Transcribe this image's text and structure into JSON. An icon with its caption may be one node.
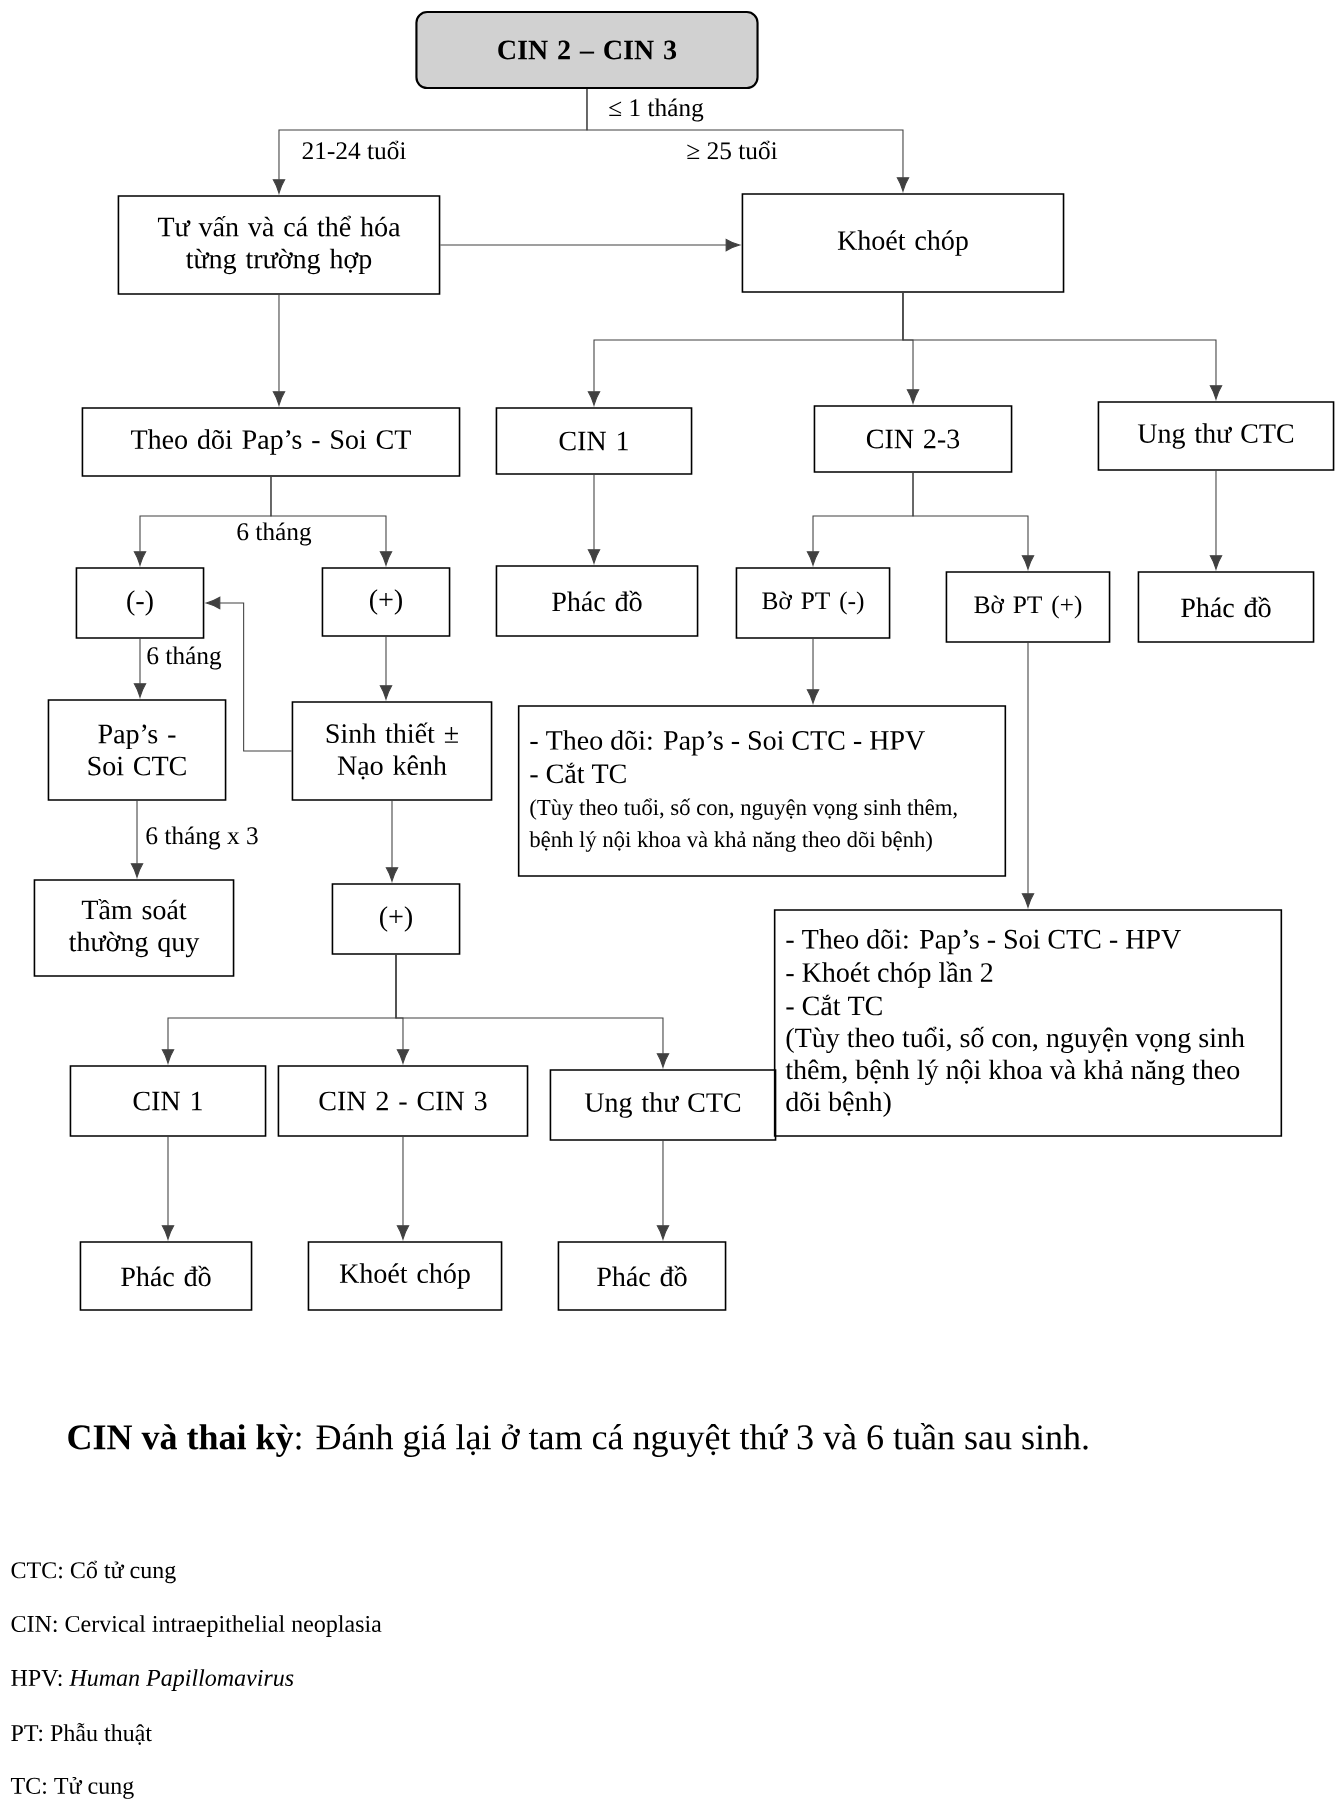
{
  "diagram": {
    "nodes": [
      {
        "text": [
          "CIN 2 – CIN 3"
        ]
      },
      {
        "text": [
          "Tư vấn và cá thể hóa từng trường hợp"
        ]
      },
      {
        "text": [
          "Khoét chóp"
        ]
      },
      {
        "text": [
          "Theo dõi Pap’s - Soi CT"
        ]
      },
      {
        "text": [
          "CIN 1"
        ]
      },
      {
        "text": [
          "CIN 2-3"
        ]
      },
      {
        "text": [
          "Ung thư CTC"
        ]
      },
      {
        "text": [
          "(-)"
        ]
      },
      {
        "text": [
          "(+)"
        ]
      },
      {
        "text": [
          "Phác đồ"
        ]
      },
      {
        "text": [
          "Bờ PT (-)"
        ]
      },
      {
        "text": [
          "Bờ PT (+)"
        ]
      },
      {
        "text": [
          "Phác đồ"
        ]
      },
      {
        "text": [
          "Pap’s - Soi CTC"
        ]
      },
      {
        "text": [
          "Sinh thiết ± Nạo kênh"
        ]
      },
      {
        "text": [
          "- Theo dõi: Pap’s - Soi CTC - HPV",
          "- Cắt TC",
          "(Tùy theo tuổi, số con, nguyện vọng sinh thêm, bệnh lý nội khoa và khả năng theo dõi bệnh)"
        ]
      },
      {
        "text": [
          "Tầm soát thường quy"
        ]
      },
      {
        "text": [
          "(+)"
        ]
      },
      {
        "text": [
          "- Theo dõi: Pap’s - Soi CTC - HPV",
          "- Khoét chóp lần 2",
          "- Cắt TC",
          "(Tùy theo tuổi, số con, nguyện vọng sinh thêm, bệnh lý nội khoa và khả năng theo dõi bệnh)"
        ]
      },
      {
        "text": [
          "CIN 1"
        ]
      },
      {
        "text": [
          "CIN 2 - CIN 3"
        ]
      },
      {
        "text": [
          "Ung thư CTC"
        ]
      },
      {
        "text": [
          "Phác đồ"
        ]
      },
      {
        "text": [
          "Khoét chóp"
        ]
      },
      {
        "text": [
          "Phác đồ"
        ]
      }
    ],
    "edges": [
      {
        "from": 0,
        "to": 1,
        "arrow": "to",
        "label": "21-24 tuổi"
      },
      {
        "from": 0,
        "to": 2,
        "arrow": "to",
        "label": "≥ 25 tuổi"
      },
      {
        "from": 1,
        "to": 2,
        "arrow": "to"
      },
      {
        "from": 1,
        "to": 3,
        "arrow": "to"
      },
      {
        "from": 2,
        "to": 4,
        "arrow": "to"
      },
      {
        "from": 2,
        "to": 5,
        "arrow": "to"
      },
      {
        "from": 2,
        "to": 6,
        "arrow": "to"
      },
      {
        "from": 3,
        "to": 7,
        "arrow": "to"
      },
      {
        "from": 3,
        "to": 8,
        "arrow": "to"
      },
      {
        "from": 4,
        "to": 9,
        "arrow": "to"
      },
      {
        "from": 5,
        "to": 10,
        "arrow": "to"
      },
      {
        "from": 5,
        "to": 11,
        "arrow": "to"
      },
      {
        "from": 6,
        "to": 12,
        "arrow": "to"
      },
      {
        "from": 7,
        "to": 13,
        "arrow": "to",
        "label": "6 tháng"
      },
      {
        "from": 8,
        "to": 14,
        "arrow": "to"
      },
      {
        "from": 14,
        "to": 7,
        "arrow": "to"
      },
      {
        "from": 10,
        "to": 15,
        "arrow": "to"
      },
      {
        "from": 11,
        "to": 18,
        "arrow": "to"
      },
      {
        "from": 13,
        "to": 16,
        "arrow": "to",
        "label": "6 tháng x 3"
      },
      {
        "from": 14,
        "to": 17,
        "arrow": "to"
      },
      {
        "from": 17,
        "to": 19,
        "arrow": "to"
      },
      {
        "from": 17,
        "to": 20,
        "arrow": "to"
      },
      {
        "from": 17,
        "to": 21,
        "arrow": "to"
      },
      {
        "from": 19,
        "to": 22,
        "arrow": "to"
      },
      {
        "from": 20,
        "to": 23,
        "arrow": "to"
      },
      {
        "from": 21,
        "to": 24,
        "arrow": "to"
      }
    ],
    "labels": [
      "≤ 1 tháng",
      "6 tháng",
      "**CIN và thai kỳ**: Đánh giá lại ở tam cá nguyệt thứ 3 và 6 tuần sau sinh.",
      "CTC: Cổ tử cung",
      "CIN: Cervical intraepithelial neoplasia",
      "HPV: *Human Papillomavirus*",
      "PT: Phẫu thuật",
      "TC: Tử cung"
    ]
  }
}
